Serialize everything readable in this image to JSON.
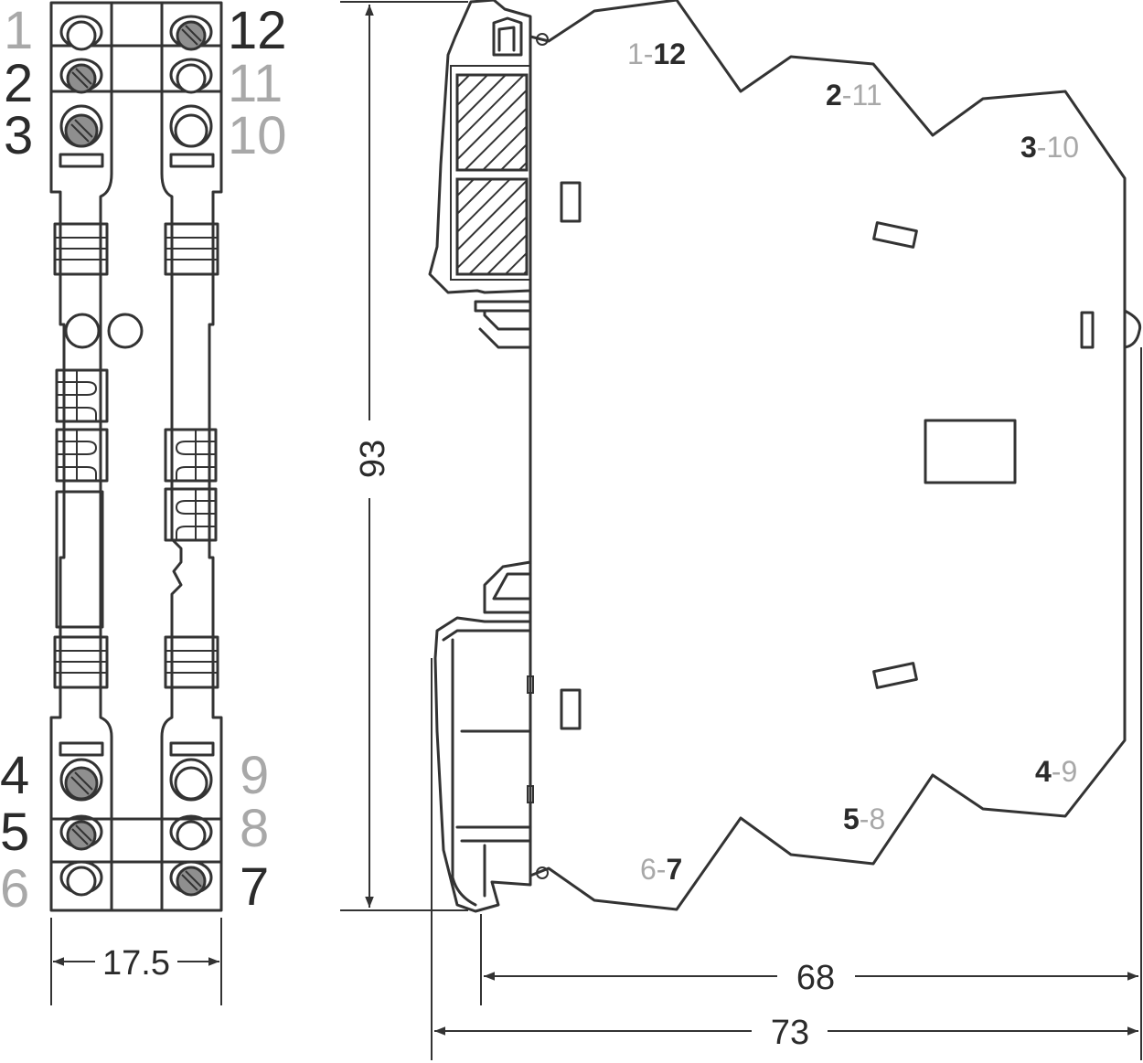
{
  "colors": {
    "line": "#333333",
    "dark_label": "#2b2b2b",
    "light_label": "#a8a8a8",
    "screw_fill": "#8f8f8f"
  },
  "front_view": {
    "terminals_left": [
      {
        "label": "1",
        "shade": "light"
      },
      {
        "label": "2",
        "shade": "dark"
      },
      {
        "label": "3",
        "shade": "dark"
      },
      {
        "label": "4",
        "shade": "dark"
      },
      {
        "label": "5",
        "shade": "dark"
      },
      {
        "label": "6",
        "shade": "light"
      }
    ],
    "terminals_right": [
      {
        "label": "12",
        "shade": "dark"
      },
      {
        "label": "11",
        "shade": "light"
      },
      {
        "label": "10",
        "shade": "light"
      },
      {
        "label": "9",
        "shade": "light"
      },
      {
        "label": "8",
        "shade": "light"
      },
      {
        "label": "7",
        "shade": "dark"
      }
    ],
    "width_dimension": "17.5"
  },
  "side_view": {
    "height_dimension": "93",
    "depth_dimension_short": "68",
    "depth_dimension_long": "73",
    "contact_labels": [
      {
        "a": "1",
        "b": "12",
        "bold": "b"
      },
      {
        "a": "2",
        "b": "11",
        "bold": "a"
      },
      {
        "a": "3",
        "b": "10",
        "bold": "a"
      },
      {
        "a": "4",
        "b": "9",
        "bold": "a"
      },
      {
        "a": "5",
        "b": "8",
        "bold": "a"
      },
      {
        "a": "6",
        "b": "7",
        "bold": "b"
      }
    ]
  }
}
